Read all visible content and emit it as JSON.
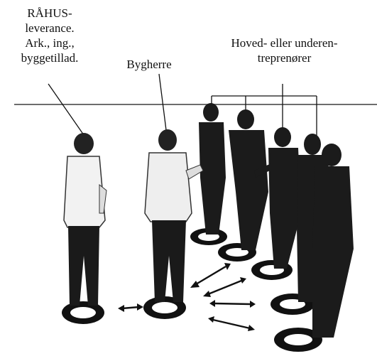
{
  "labels": {
    "raahus": [
      "RÅHUS-",
      "leverance.",
      "Ark., ing.,",
      "byggetillad."
    ],
    "bygherre": "Bygherre",
    "hoved": [
      "Hoved- eller underen-",
      "treprenører"
    ]
  },
  "colors": {
    "ink": "#111111",
    "figure": "#1a1a1a",
    "paper": "#ffffff"
  }
}
